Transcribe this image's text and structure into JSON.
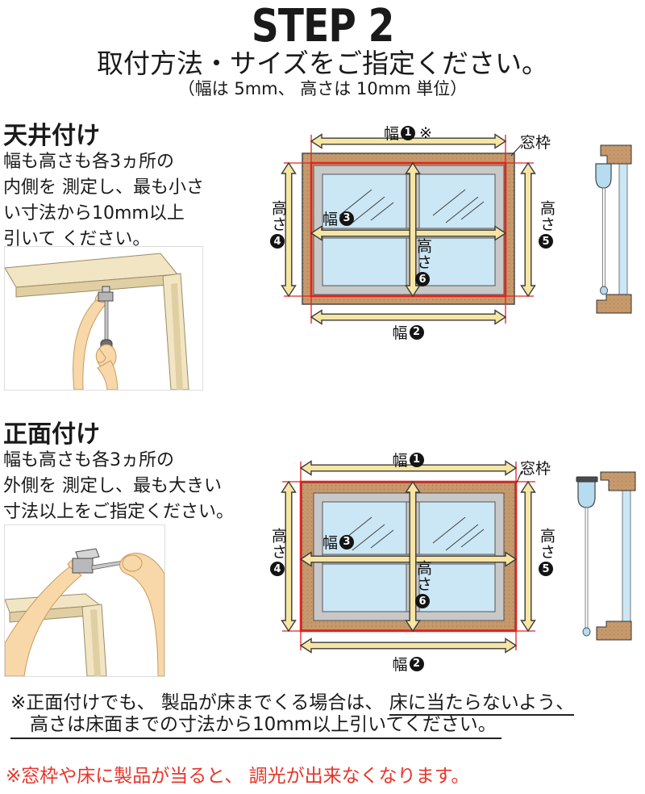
{
  "colors": {
    "red_line": "#e8211d",
    "note_red": "#e8342a",
    "frame_brown": "#c6996c",
    "frame_speckle": "#aa7f52",
    "glass_blue": "#cbe7f6",
    "sash_gray": "#c9c8c8",
    "arrow_yellow": "#f6e5a3",
    "arrow_outline": "#3a3a3a",
    "blind_blue": "#b5dcf0",
    "skin": "#f8d8a8",
    "wood_light": "#f1e5c3",
    "wood_shade": "#e0cfa2"
  },
  "header": {
    "step": "STEP 2",
    "title": "取付方法・サイズをご指定ください。",
    "subtitle": "（幅は 5mm、 高さは 10mm 単位）"
  },
  "ceiling": {
    "heading": "天井付け",
    "lines": [
      "幅も高さも各3ヵ所の",
      "内側を 測定し、最も小さ",
      "い寸法から10mm以上",
      "引いて ください。"
    ],
    "labels": {
      "top": {
        "text": "幅",
        "num": "1",
        "suffix": "※"
      },
      "bottom": {
        "text": "幅",
        "num": "2"
      },
      "inner_width": {
        "text": "幅",
        "num": "3"
      },
      "left": {
        "text": "高さ",
        "num": "4"
      },
      "right": {
        "text": "高さ",
        "num": "5"
      },
      "inner_height": {
        "text": "高さ",
        "num": "6"
      },
      "frame": "窓枠"
    }
  },
  "front": {
    "heading": "正面付け",
    "lines": [
      "幅も高さも各3ヵ所の",
      "外側を 測定し、最も大きい",
      "寸法以上をご指定ください。"
    ],
    "labels": {
      "top": {
        "text": "幅",
        "num": "1"
      },
      "bottom": {
        "text": "幅",
        "num": "2"
      },
      "inner_width": {
        "text": "幅",
        "num": "3"
      },
      "left": {
        "text": "高さ",
        "num": "4"
      },
      "right": {
        "text": "高さ",
        "num": "5"
      },
      "inner_height": {
        "text": "高さ",
        "num": "6"
      },
      "frame": "窓枠"
    }
  },
  "notes": {
    "note1_pre": "※正面付けでも、 製品が床までくる場合は、 ",
    "note1_underline": "床に当たらないよう、",
    "note1_line2": "高さは床面までの寸法から10mm以上引いてください。",
    "note2": "※窓枠や床に製品が当ると、 調光が出来なくなります。"
  }
}
